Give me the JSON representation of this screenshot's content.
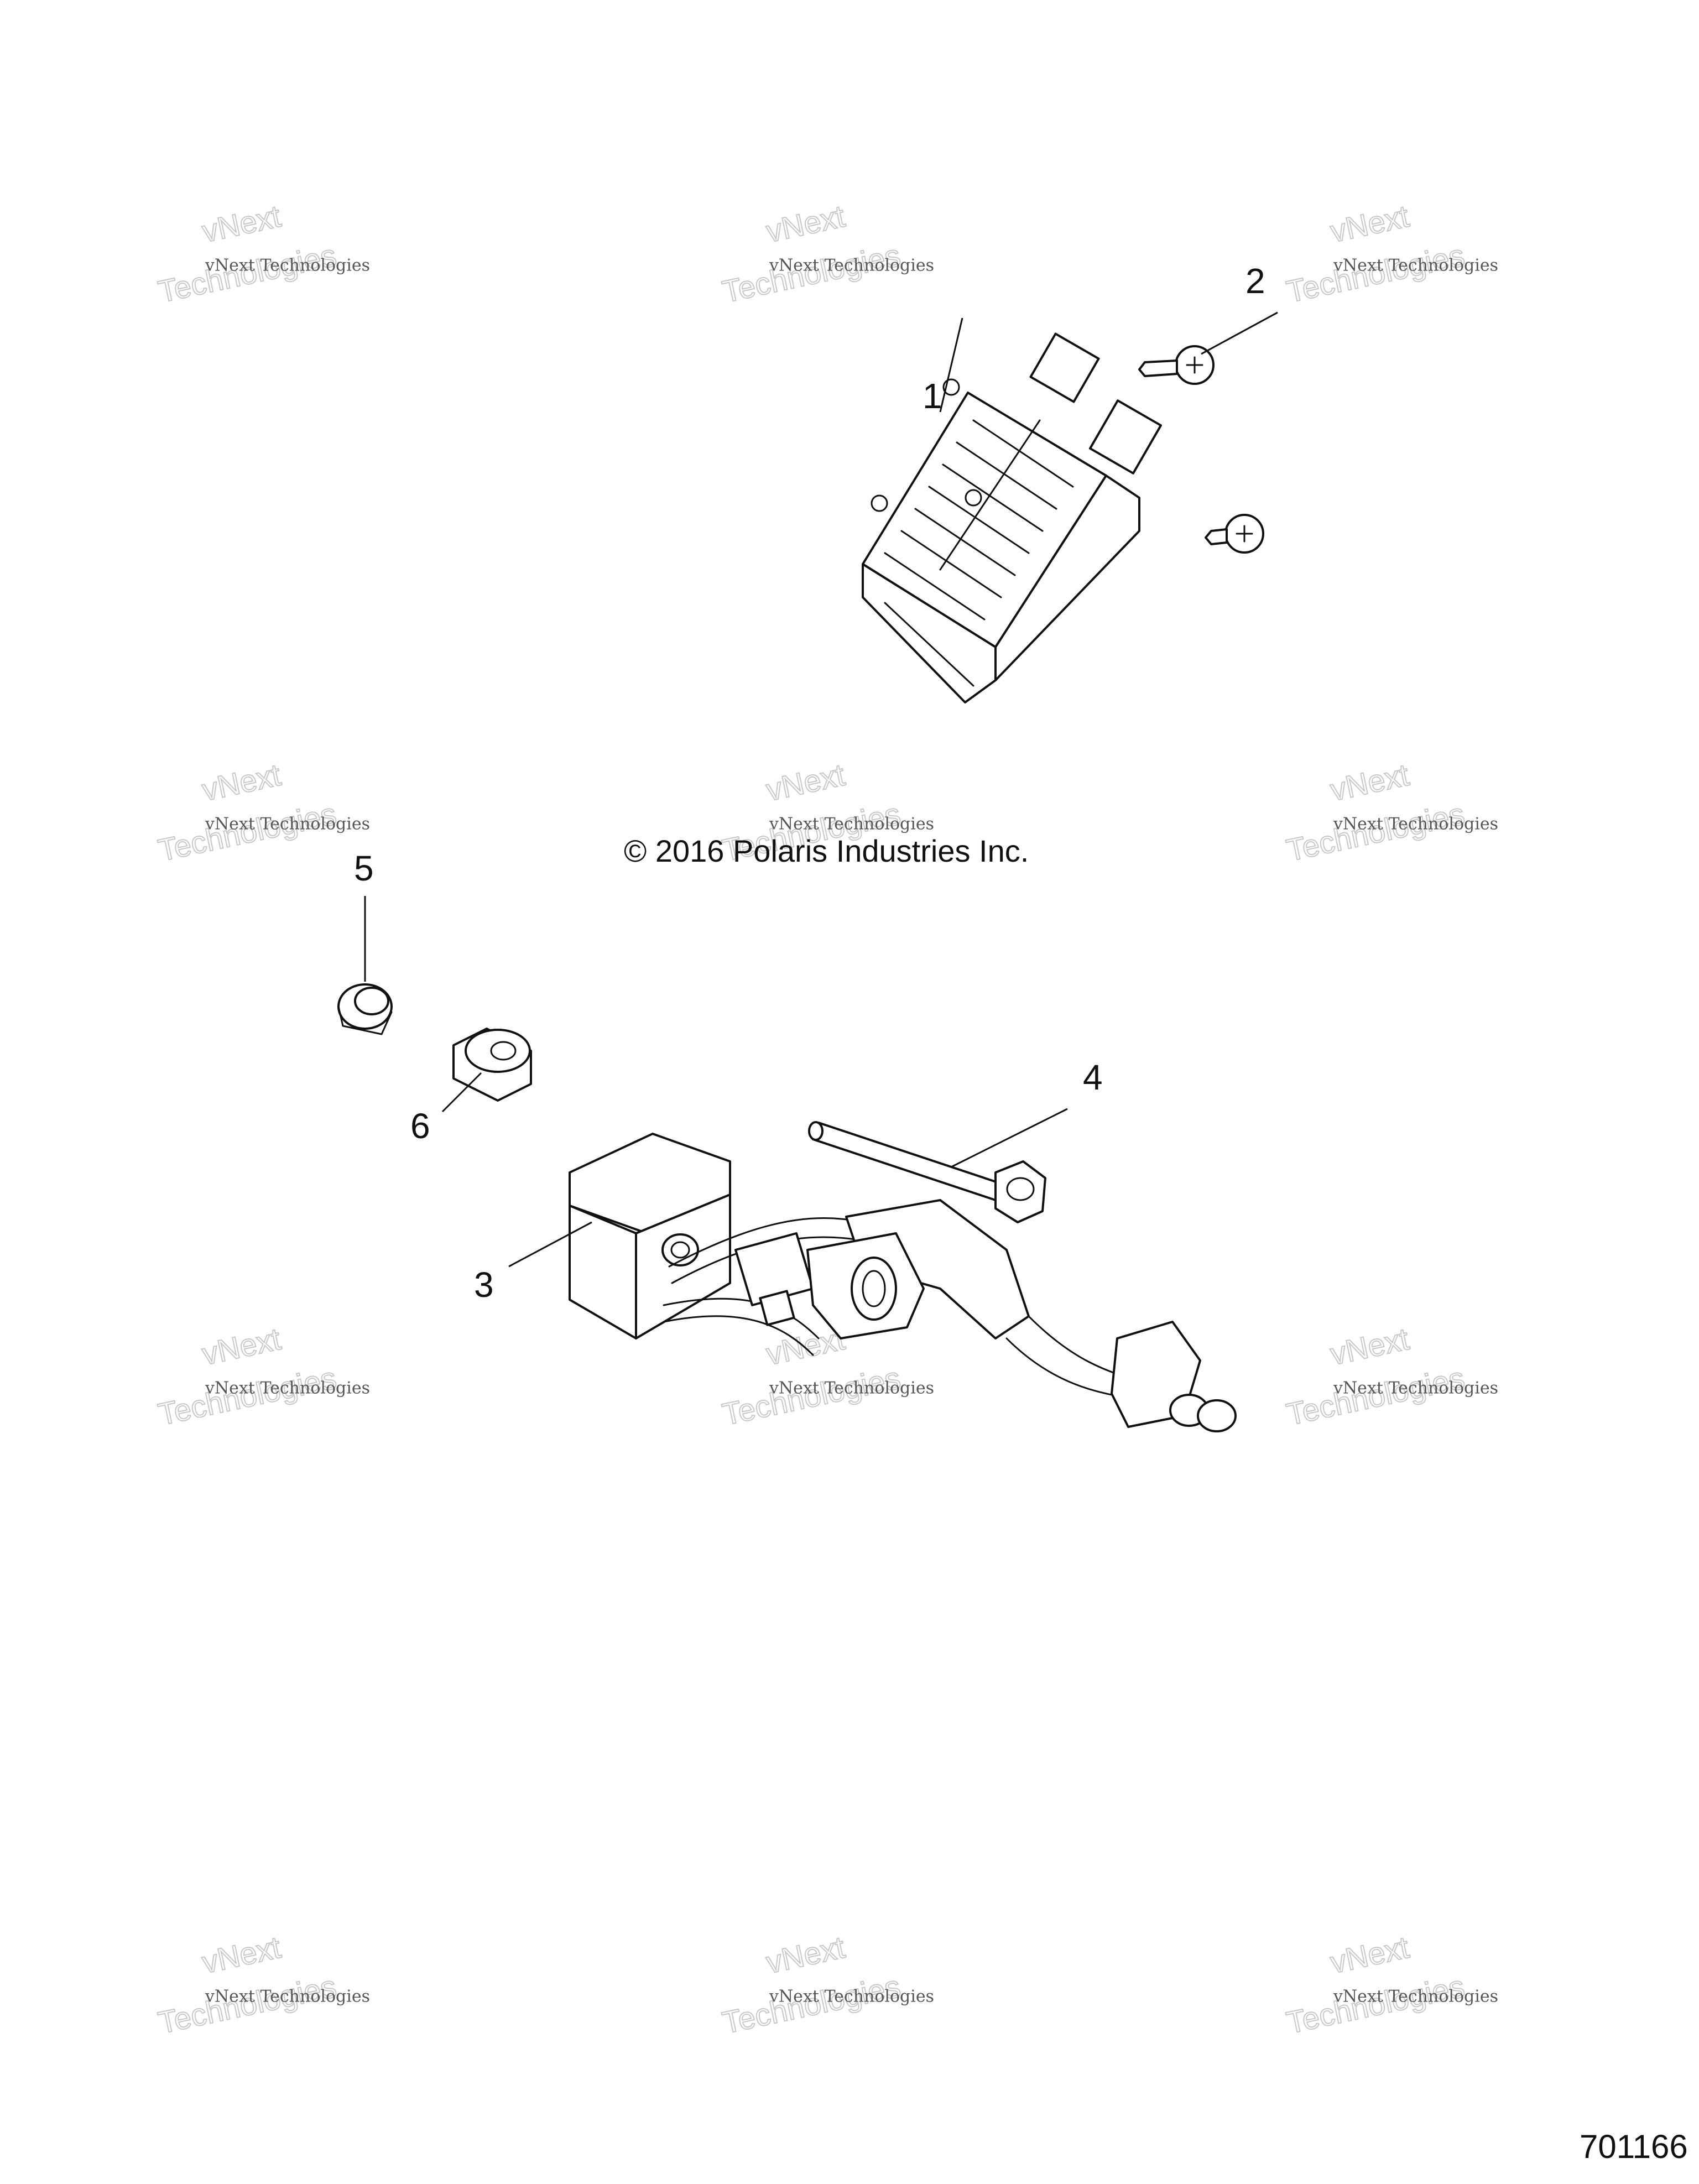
{
  "diagram": {
    "copyright": "© 2016 Polaris Industries Inc.",
    "figure_number": "701166",
    "watermark": {
      "line1": "vNext Technologies",
      "line2": "vNext",
      "line3": "Technologies"
    },
    "callouts": [
      {
        "id": "1",
        "label": "1"
      },
      {
        "id": "2",
        "label": "2"
      },
      {
        "id": "3",
        "label": "3"
      },
      {
        "id": "4",
        "label": "4"
      },
      {
        "id": "5",
        "label": "5"
      },
      {
        "id": "6",
        "label": "6"
      }
    ]
  }
}
